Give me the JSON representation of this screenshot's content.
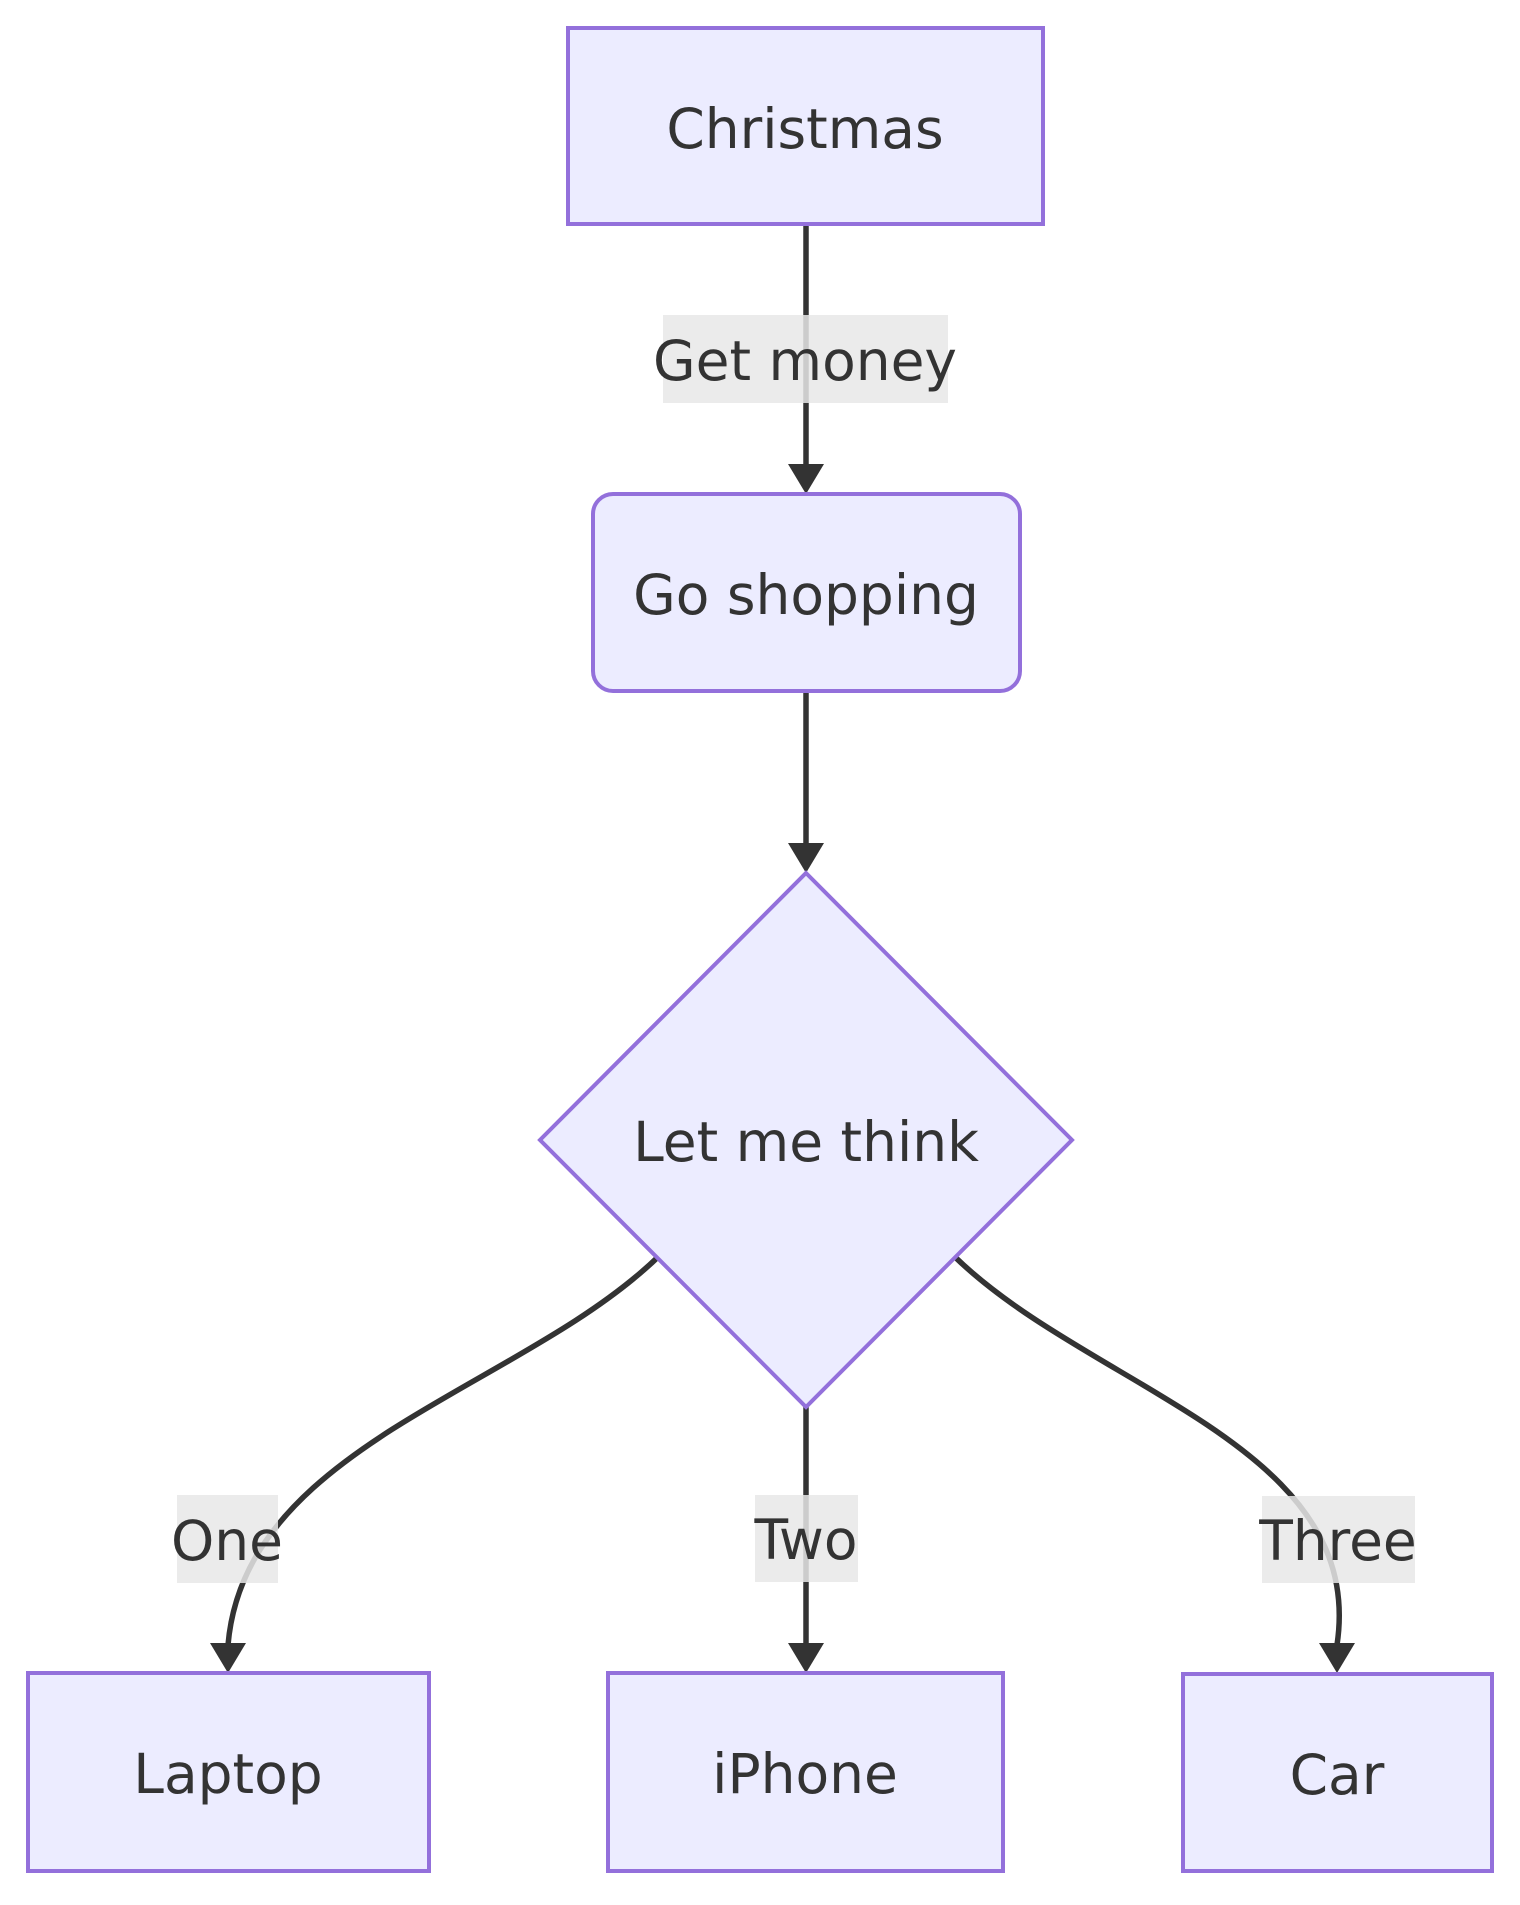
{
  "diagram": {
    "type": "flowchart",
    "direction": "top-down",
    "nodes": [
      {
        "id": "christmas",
        "label": "Christmas",
        "shape": "rectangle"
      },
      {
        "id": "shopping",
        "label": "Go shopping",
        "shape": "rounded-rectangle"
      },
      {
        "id": "think",
        "label": "Let me think",
        "shape": "diamond"
      },
      {
        "id": "laptop",
        "label": "Laptop",
        "shape": "rectangle"
      },
      {
        "id": "iphone",
        "label": "iPhone",
        "shape": "rectangle"
      },
      {
        "id": "car",
        "label": "Car",
        "shape": "rectangle"
      }
    ],
    "edges": [
      {
        "from": "christmas",
        "to": "shopping",
        "label": "Get money"
      },
      {
        "from": "shopping",
        "to": "think",
        "label": ""
      },
      {
        "from": "think",
        "to": "laptop",
        "label": "One"
      },
      {
        "from": "think",
        "to": "iphone",
        "label": "Two"
      },
      {
        "from": "think",
        "to": "car",
        "label": "Three"
      }
    ],
    "colors": {
      "node_fill": "#ECECFF",
      "node_border": "#9370DB",
      "line_color": "#333333",
      "label_bg": "#e8e8e8",
      "text_color": "#333333",
      "background": "#ffffff"
    }
  }
}
